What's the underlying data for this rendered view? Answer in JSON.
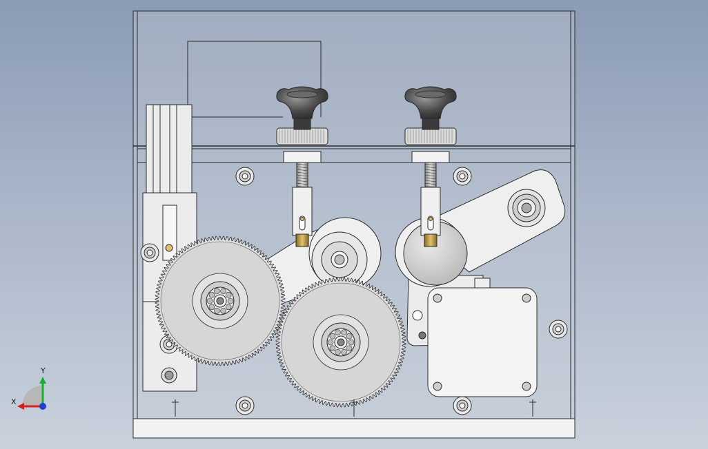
{
  "viewport": {
    "background_top": "#8a9bb4",
    "background_bottom": "#c9d1dc",
    "view": "front"
  },
  "triad": {
    "x_label": "X",
    "y_label": "Y",
    "x_color": "#d42020",
    "y_color": "#18b030",
    "z_color": "#2040d0"
  },
  "model": {
    "part_color": "#e6e6e6",
    "edge_color": "#2a2a2a",
    "gear_count": 2,
    "knob_count": 2,
    "idler_count": 2,
    "motor": "stepper-motor"
  }
}
